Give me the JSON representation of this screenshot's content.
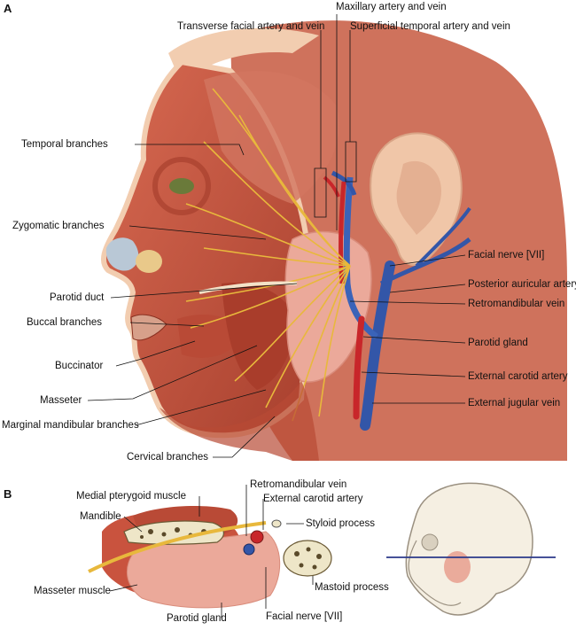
{
  "panels": {
    "a": "A",
    "b": "B"
  },
  "labels_a": {
    "maxillary": "Maxillary artery and vein",
    "transverse_facial": "Transverse facial artery and vein",
    "superficial_temporal": "Superficial temporal artery and vein",
    "temporal_branches": "Temporal branches",
    "zygomatic_branches": "Zygomatic branches",
    "facial_nerve": "Facial nerve [VII]",
    "posterior_auricular": "Posterior auricular artery",
    "parotid_duct": "Parotid duct",
    "retromandibular_vein": "Retromandibular vein",
    "buccal_branches": "Buccal branches",
    "parotid_gland": "Parotid gland",
    "buccinator": "Buccinator",
    "external_carotid": "External carotid artery",
    "masseter": "Masseter",
    "external_jugular": "External jugular vein",
    "marginal_mandibular": "Marginal mandibular branches",
    "cervical_branches": "Cervical branches"
  },
  "labels_b": {
    "retromandibular_vein": "Retromandibular vein",
    "medial_pterygoid": "Medial pterygoid muscle",
    "external_carotid": "External carotid artery",
    "mandible": "Mandible",
    "styloid": "Styloid process",
    "masseter_muscle": "Masseter muscle",
    "mastoid": "Mastoid process",
    "parotid_gland": "Parotid gland",
    "facial_nerve": "Facial nerve [VII]"
  },
  "colors": {
    "muscle": "#c9533e",
    "muscle_dark": "#9e3a2a",
    "skin": "#f2cdb0",
    "nerve": "#e8b83c",
    "artery": "#c8262a",
    "vein": "#3356a8",
    "gland": "#eba99a",
    "bone": "#eee6c8"
  }
}
